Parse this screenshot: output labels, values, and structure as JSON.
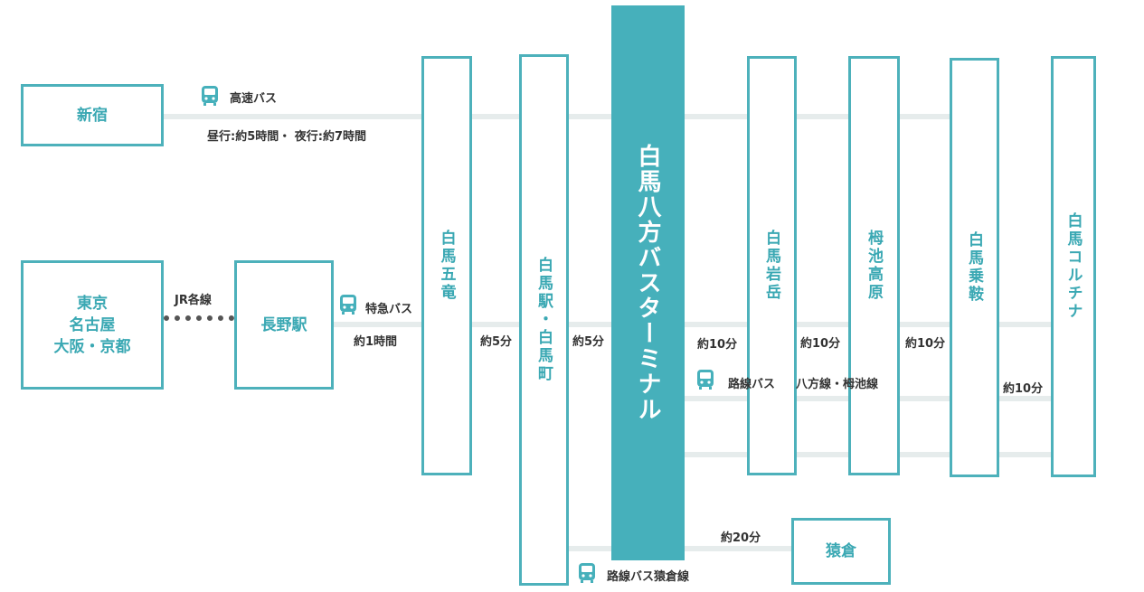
{
  "stations": {
    "shinjuku": "新宿",
    "tokyo_area": "東京\n名古屋\n大阪・京都",
    "nagano": "長野駅",
    "goryu": "白馬五竜",
    "hakuba_st": "白馬駅・白馬町",
    "terminal": "白馬八方バスターミナル",
    "iwatake": "白馬岩岳",
    "tsugaike": "栂池高原",
    "norikura": "白馬乗鞍",
    "cortina": "白馬コルチナ",
    "sarukura": "猿倉"
  },
  "routes": {
    "highway_bus": "高速バス",
    "highway_time": "昼行:約5時間・ 夜行:約7時間",
    "jr": "JR各線",
    "express_bus": "特急バス",
    "express_time": "約1時間",
    "t_goryu": "約5分",
    "t_hakuba": "約5分",
    "t_iwatake": "約10分",
    "t_tsugaike": "約10分",
    "t_norikura": "約10分",
    "t_cortina": "約10分",
    "local_bus": "路線バス",
    "happo_line": "八方線・栂池線",
    "t_sarukura": "約20分",
    "sarukura_line": "路線バス猿倉線"
  },
  "icons": {
    "bus": "bus-icon"
  },
  "colors": {
    "accent": "#46b0bb",
    "text": "#333333",
    "line": "#e6ecec"
  }
}
